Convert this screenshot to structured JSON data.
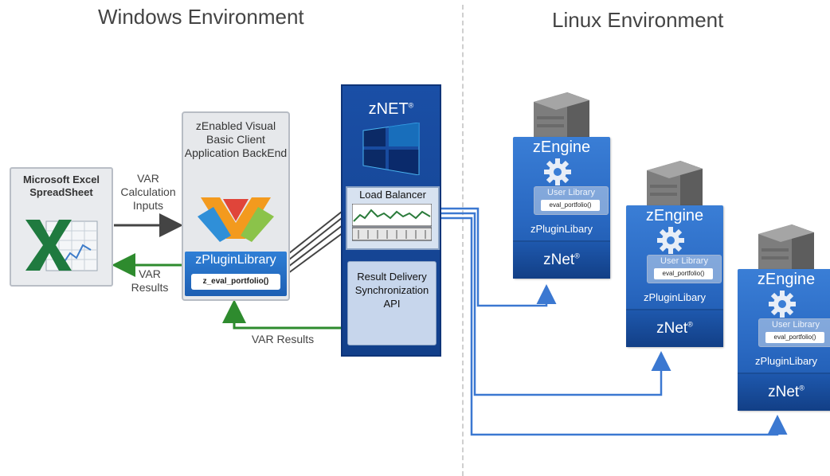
{
  "titles": {
    "windows": "Windows Environment",
    "linux": "Linux Environment"
  },
  "excel": {
    "title": "Microsoft Excel SpreadSheet"
  },
  "arrows": {
    "calc_inputs": "VAR Calculation Inputs",
    "var_results_left": "VAR Results",
    "var_results_bottom": "VAR Results"
  },
  "backend": {
    "title": "zEnabled Visual Basic Client Application BackEnd",
    "plugin_library": "zPluginLibrary",
    "function": "z_eval_portfolio()"
  },
  "znet": {
    "title": "zNET",
    "load_balancer": "Load Balancer",
    "result_delivery": "Result Delivery Synchronization API"
  },
  "servers": [
    {
      "engine": "zEngine",
      "user_library": "User Library",
      "function": "eval_portfolio()",
      "plugin": "zPluginLibary",
      "net": "zNet"
    },
    {
      "engine": "zEngine",
      "user_library": "User Library",
      "function": "eval_portfolio()",
      "plugin": "zPluginLibary",
      "net": "zNet"
    },
    {
      "engine": "zEngine",
      "user_library": "User Library",
      "function": "eval_portfolio()",
      "plugin": "zPluginLibary",
      "net": "zNet"
    }
  ],
  "colors": {
    "blue_dark": "#123f8a",
    "blue_mid": "#2a69c2",
    "arrow_blue": "#3b78d1",
    "arrow_green": "#2e8b2e",
    "arrow_dark": "#444444"
  }
}
